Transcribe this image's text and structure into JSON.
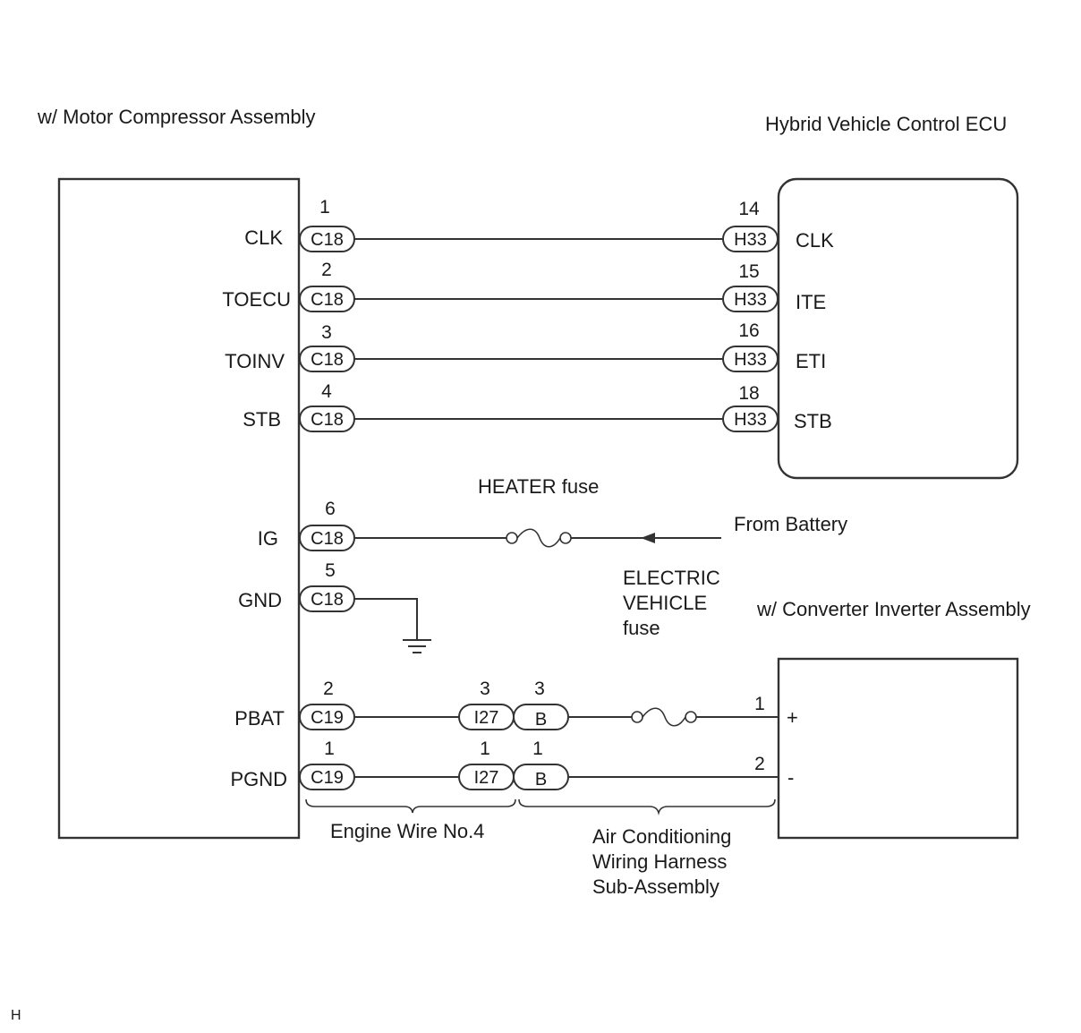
{
  "labels": {
    "motor_compressor": "w/ Motor Compressor Assembly",
    "hv_ecu": "Hybrid Vehicle Control ECU",
    "heater_fuse": "HEATER fuse",
    "from_battery": "From Battery",
    "ev_fuse_line1": "ELECTRIC",
    "ev_fuse_line2": "VEHICLE",
    "ev_fuse_line3": "fuse",
    "converter_inverter": "w/ Converter Inverter Assembly",
    "engine_wire": "Engine Wire No.4",
    "ac_harness_line1": "Air Conditioning",
    "ac_harness_line2": "Wiring Harness",
    "ac_harness_line3": "Sub-Assembly",
    "corner_mark": "H"
  },
  "signals": [
    {
      "name": "CLK",
      "pin": "1",
      "connector": "C18",
      "ecu_pin": "14",
      "ecu_connector": "H33",
      "ecu_name": "CLK"
    },
    {
      "name": "TOECU",
      "pin": "2",
      "connector": "C18",
      "ecu_pin": "15",
      "ecu_connector": "H33",
      "ecu_name": "ITE"
    },
    {
      "name": "TOINV",
      "pin": "3",
      "connector": "C18",
      "ecu_pin": "16",
      "ecu_connector": "H33",
      "ecu_name": "ETI"
    },
    {
      "name": "STB",
      "pin": "4",
      "connector": "C18",
      "ecu_pin": "18",
      "ecu_connector": "H33",
      "ecu_name": "STB"
    }
  ],
  "ig": {
    "name": "IG",
    "pin": "6",
    "connector": "C18"
  },
  "gnd": {
    "name": "GND",
    "pin": "5",
    "connector": "C18"
  },
  "power": [
    {
      "name": "PBAT",
      "pin": "2",
      "connector": "C19",
      "mid_pin": "3",
      "mid_connector": "I27",
      "b_pin": "3",
      "b_connector": "B",
      "inv_pin": "1",
      "inv_name": "+"
    },
    {
      "name": "PGND",
      "pin": "1",
      "connector": "C19",
      "mid_pin": "1",
      "mid_connector": "I27",
      "b_pin": "1",
      "b_connector": "B",
      "inv_pin": "2",
      "inv_name": "-"
    }
  ]
}
